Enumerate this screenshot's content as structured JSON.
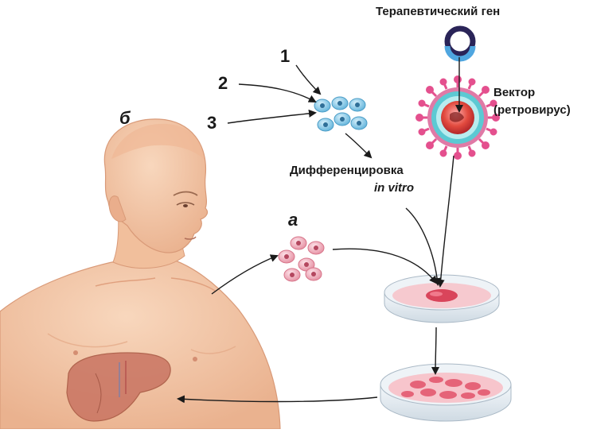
{
  "labels": {
    "gene": "Терапевтический ген",
    "vector_line1": "Вектор",
    "vector_line2": "(ретровирус)",
    "diff_line1": "Дифференцировка",
    "diff_line2": "in vitro",
    "n1": "1",
    "n2": "2",
    "n3": "3",
    "a": "а",
    "b": "б"
  },
  "colors": {
    "skin": "#f3c6a5",
    "skin_shadow": "#e3a784",
    "liver": "#c97462",
    "blue_cell": "#7fc6e6",
    "pink_cell": "#f2a6b5",
    "dish": "#dfe7ee",
    "virus_pink": "#e4508e",
    "virus_teal": "#5cc9d3",
    "virus_red": "#c8312f",
    "ring_dark": "#2a2458",
    "ring_blue": "#4fa6e0"
  }
}
